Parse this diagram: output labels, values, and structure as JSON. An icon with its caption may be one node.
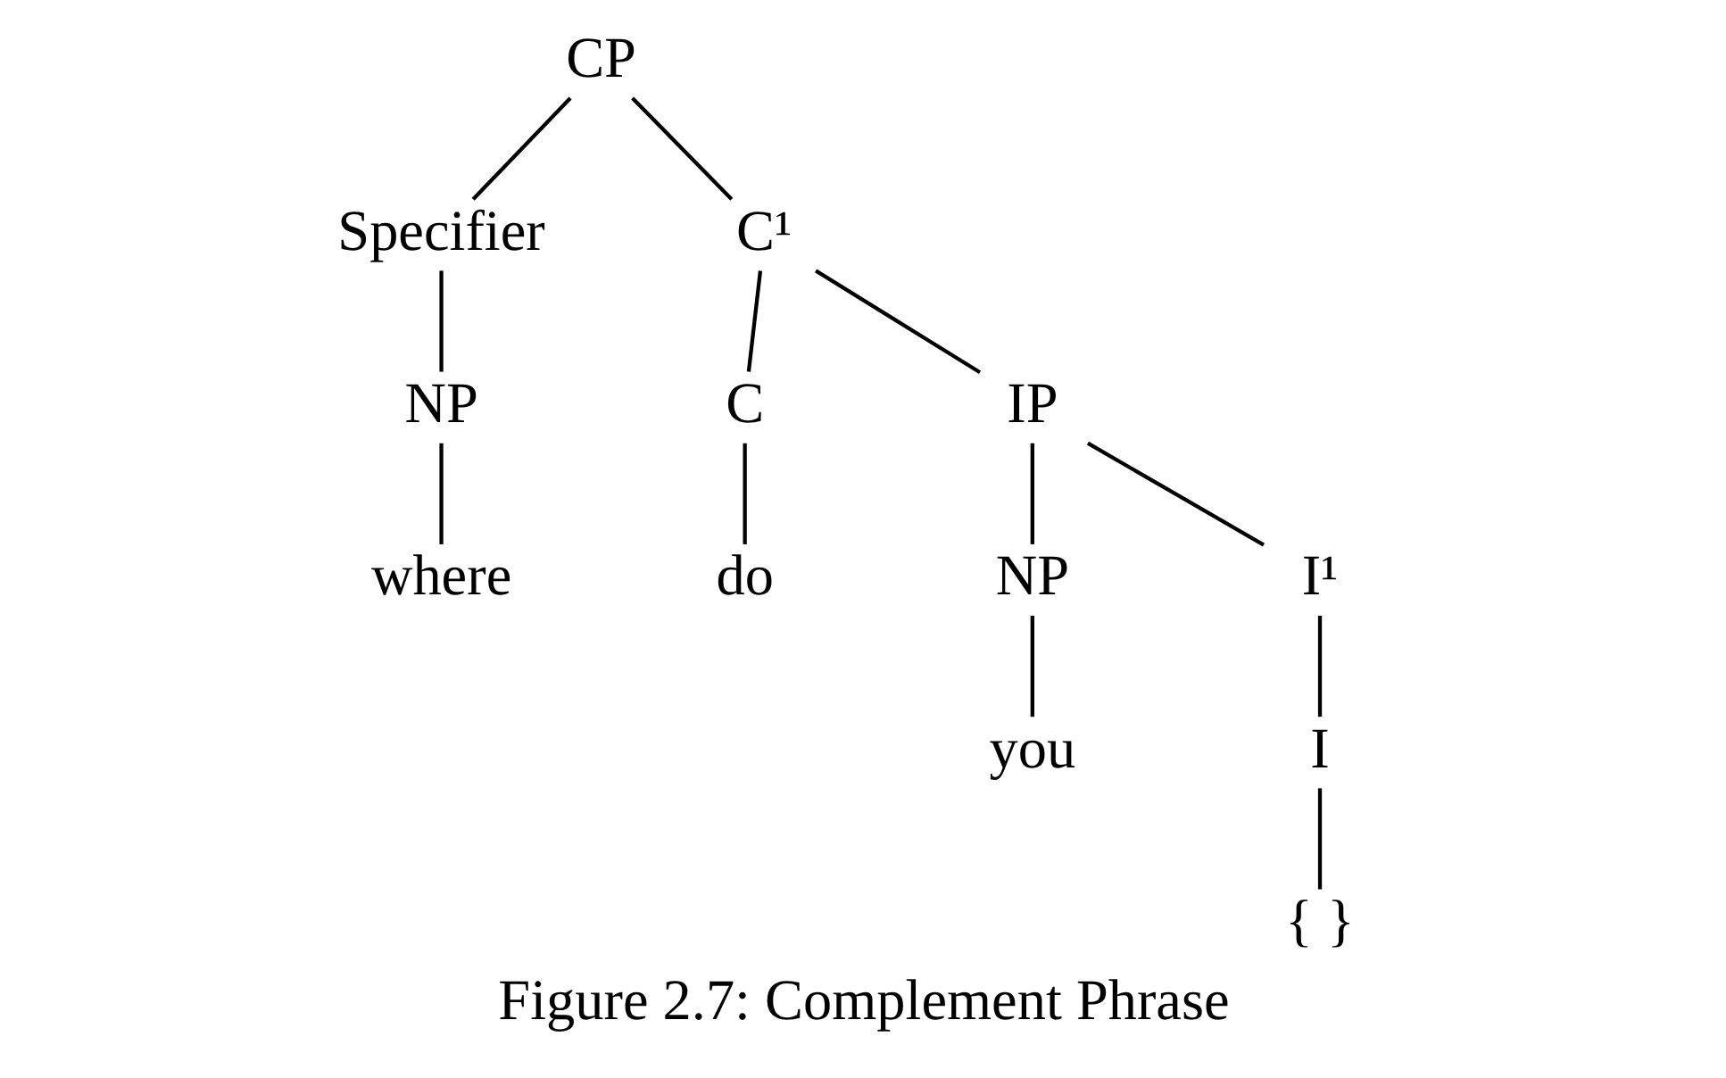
{
  "diagram": {
    "caption": "Figure 2.7: Complement Phrase",
    "nodes": [
      {
        "text": [
          "CP"
        ]
      },
      {
        "text": [
          "Specifier"
        ]
      },
      {
        "text": [
          "C¹"
        ]
      },
      {
        "text": [
          "NP"
        ]
      },
      {
        "text": [
          "where"
        ]
      },
      {
        "text": [
          "C"
        ]
      },
      {
        "text": [
          "IP"
        ]
      },
      {
        "text": [
          "do"
        ]
      },
      {
        "text": [
          "NP"
        ]
      },
      {
        "text": [
          "I¹"
        ]
      },
      {
        "text": [
          "you"
        ]
      },
      {
        "text": [
          "I"
        ]
      },
      {
        "text": [
          "{ }"
        ]
      }
    ],
    "edges": [
      {
        "from": 0,
        "to": 1,
        "arrow": "none"
      },
      {
        "from": 0,
        "to": 2,
        "arrow": "none"
      },
      {
        "from": 1,
        "to": 3,
        "arrow": "none"
      },
      {
        "from": 3,
        "to": 4,
        "arrow": "none"
      },
      {
        "from": 2,
        "to": 5,
        "arrow": "none"
      },
      {
        "from": 2,
        "to": 6,
        "arrow": "none"
      },
      {
        "from": 5,
        "to": 7,
        "arrow": "none"
      },
      {
        "from": 6,
        "to": 8,
        "arrow": "none"
      },
      {
        "from": 6,
        "to": 9,
        "arrow": "none"
      },
      {
        "from": 8,
        "to": 10,
        "arrow": "none"
      },
      {
        "from": 9,
        "to": 11,
        "arrow": "none"
      },
      {
        "from": 11,
        "to": 12,
        "arrow": "none"
      }
    ]
  }
}
